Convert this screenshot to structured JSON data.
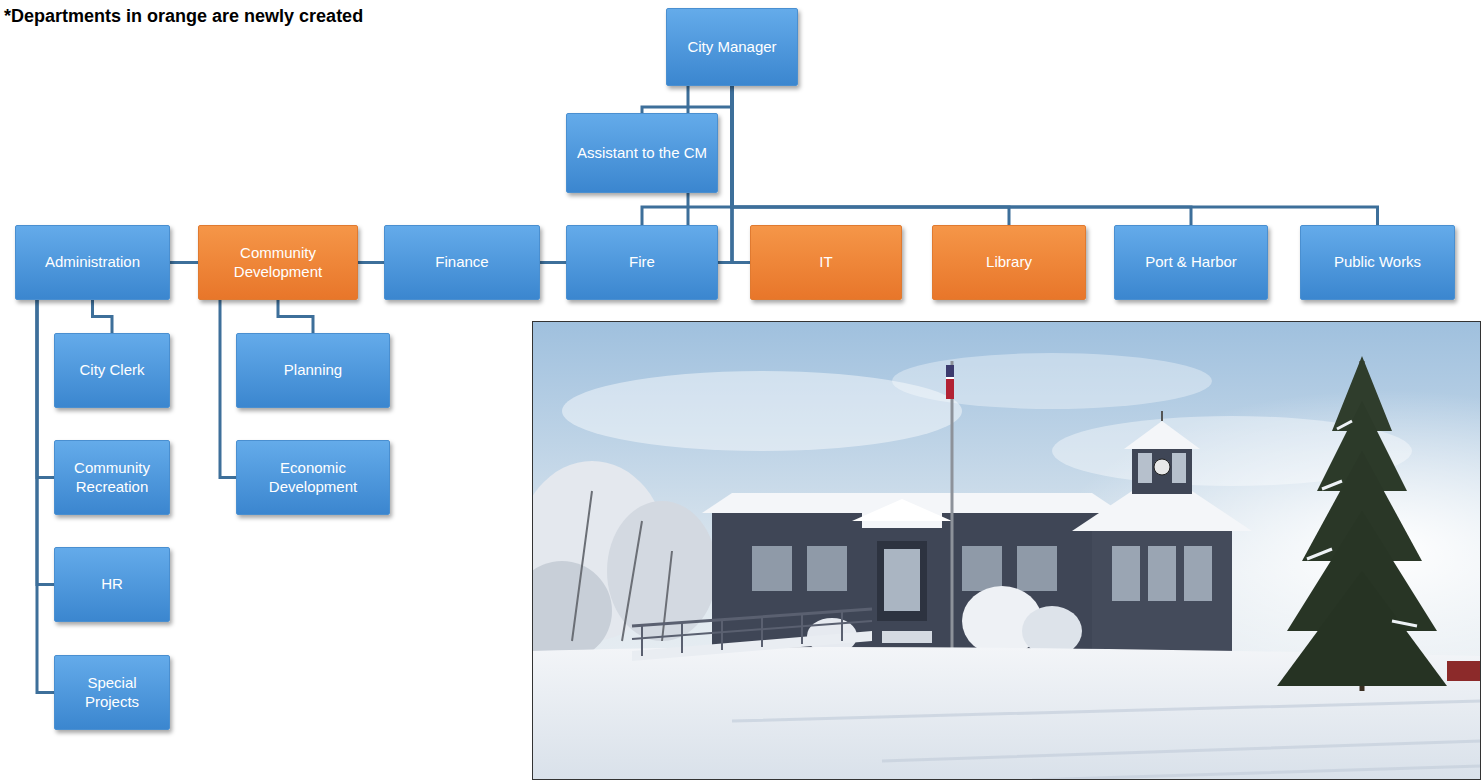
{
  "diagram": {
    "nodes": [
      {
        "text": [
          "City Manager"
        ]
      },
      {
        "text": [
          "Assistant to the CM"
        ]
      },
      {
        "text": [
          "Administration"
        ]
      },
      {
        "text": [
          "Community Development"
        ]
      },
      {
        "text": [
          "Finance"
        ]
      },
      {
        "text": [
          "Fire"
        ]
      },
      {
        "text": [
          "IT"
        ]
      },
      {
        "text": [
          "Library"
        ]
      },
      {
        "text": [
          "Port & Harbor"
        ]
      },
      {
        "text": [
          "Public Works"
        ]
      },
      {
        "text": [
          "City Clerk"
        ]
      },
      {
        "text": [
          "Community Recreation"
        ]
      },
      {
        "text": [
          "HR"
        ]
      },
      {
        "text": [
          "Special Projects"
        ]
      },
      {
        "text": [
          "Planning"
        ]
      },
      {
        "text": [
          "Economic Development"
        ]
      }
    ],
    "edges": [
      {
        "from": 0,
        "to": 1,
        "arrow": "none"
      },
      {
        "from": 0,
        "to": 2,
        "arrow": "none"
      },
      {
        "from": 0,
        "to": 3,
        "arrow": "none"
      },
      {
        "from": 0,
        "to": 4,
        "arrow": "none"
      },
      {
        "from": 0,
        "to": 5,
        "arrow": "none"
      },
      {
        "from": 0,
        "to": 6,
        "arrow": "none"
      },
      {
        "from": 0,
        "to": 7,
        "arrow": "none"
      },
      {
        "from": 0,
        "to": 8,
        "arrow": "none"
      },
      {
        "from": 0,
        "to": 9,
        "arrow": "none"
      },
      {
        "from": 2,
        "to": 10,
        "arrow": "none"
      },
      {
        "from": 2,
        "to": 11,
        "arrow": "none"
      },
      {
        "from": 2,
        "to": 12,
        "arrow": "none"
      },
      {
        "from": 2,
        "to": 13,
        "arrow": "none"
      },
      {
        "from": 3,
        "to": 14,
        "arrow": "none"
      },
      {
        "from": 3,
        "to": 15,
        "arrow": "none"
      }
    ],
    "labels": [
      "*Departments in orange are newly created"
    ]
  }
}
